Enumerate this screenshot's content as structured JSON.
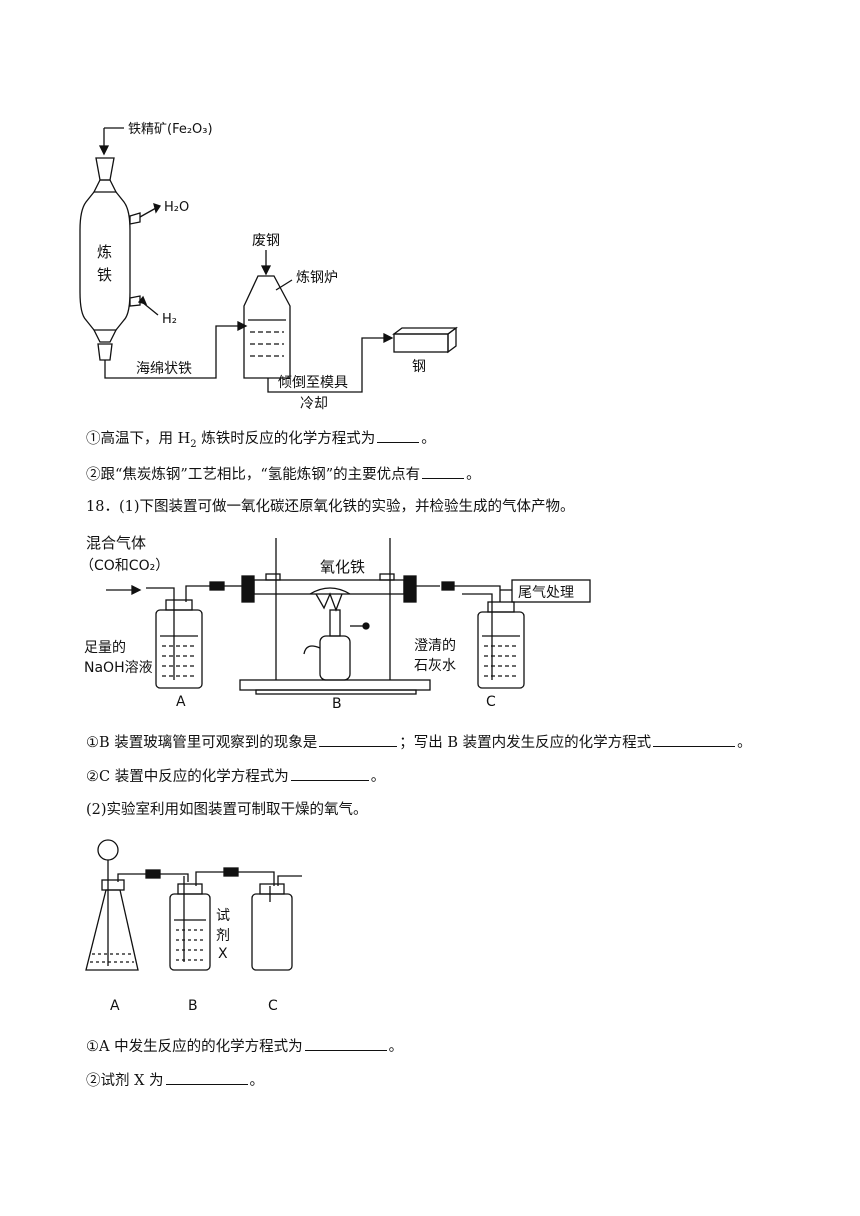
{
  "fig1": {
    "ore_label": "铁精矿(Fe₂O₃)",
    "water_label": "H₂O",
    "h2_label": "H₂",
    "iron_chars": [
      "炼",
      "铁"
    ],
    "scrap_label": "废钢",
    "furnace_label": "炼钢炉",
    "sponge_label": "海绵状铁",
    "mold_label": "倾倒至模具",
    "cool_label": "冷却",
    "steel_label": "钢"
  },
  "q_h2_eq": {
    "prefix": "①高温下，用 H",
    "sub": "2",
    "suffix": " 炼铁时反应的化学方程式为",
    "end": "。"
  },
  "q_adv": {
    "text": "②跟“焦炭炼钢”工艺相比，“氢能炼钢”的主要优点有",
    "end": "。"
  },
  "q18_intro": "18．(1)下图装置可做一氧化碳还原氧化铁的实验，并检验生成的气体产物。",
  "fig2": {
    "gas_label": "混合气体",
    "gas_formula": "（CO和CO₂）",
    "oxide_label": "氧化铁",
    "tail_label": "尾气处理",
    "naoh_label1": "足量的",
    "naoh_label2": "NaOH溶液",
    "lime_label1": "澄清的",
    "lime_label2": "石灰水",
    "letters": [
      "A",
      "B",
      "C"
    ]
  },
  "q_b_obs": {
    "a": "①B 装置玻璃管里可观察到的现象是",
    "b": "；写出 B 装置内发生反应的化学方程式",
    "end": "。"
  },
  "q_c_eq": {
    "text": "②C 装置中反应的化学方程式为",
    "end": "。"
  },
  "q2_intro": "(2)实验室利用如图装置可制取干燥的氧气。",
  "fig3": {
    "reagent_chars": [
      "试",
      "剂",
      "X"
    ],
    "letters": [
      "A",
      "B",
      "C"
    ]
  },
  "q_a_eq": {
    "text": "①A 中发生反应的的化学方程式为",
    "end": "。"
  },
  "q_x": {
    "text": "②试剂 X 为",
    "end": "。"
  }
}
